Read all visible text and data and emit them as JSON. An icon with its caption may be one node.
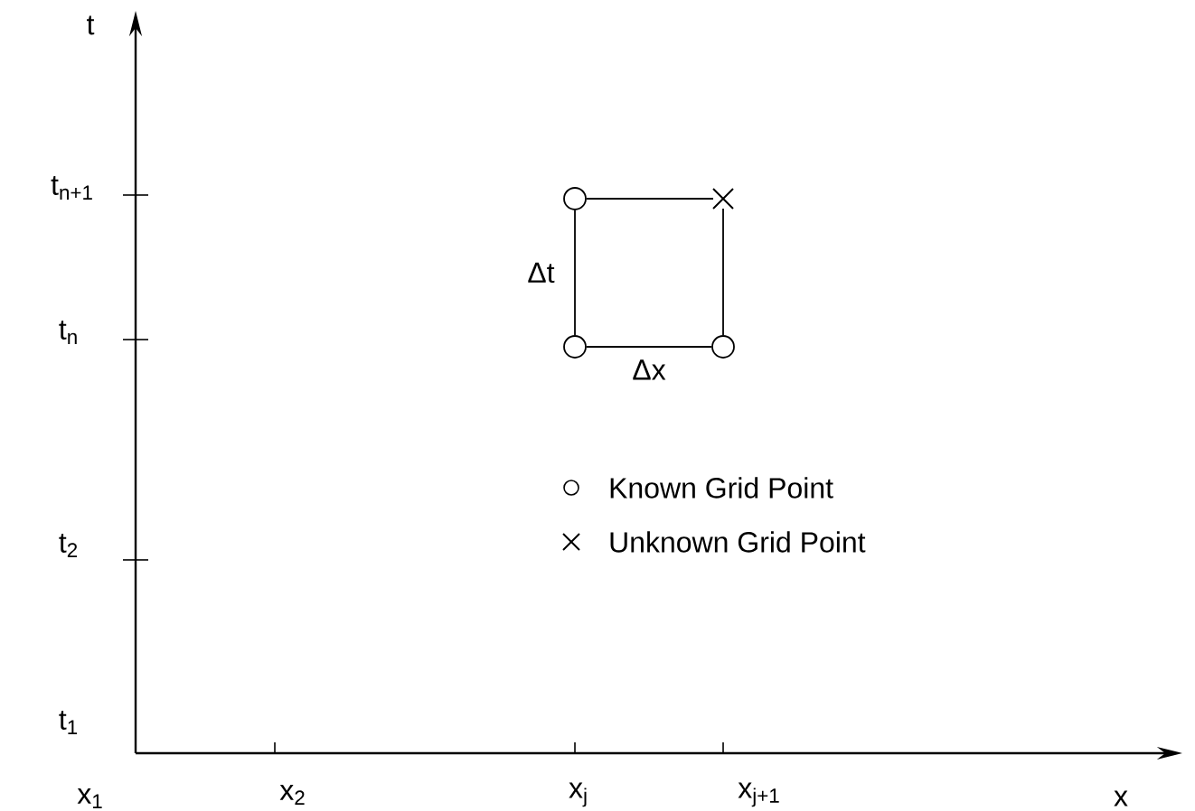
{
  "diagram": {
    "nodes": [
      {
        "text": [],
        "shape": "circle"
      },
      {
        "text": [],
        "shape": "cross"
      },
      {
        "text": [],
        "shape": "circle"
      },
      {
        "text": [],
        "shape": "circle"
      }
    ],
    "edges": [
      {
        "from": 0,
        "to": 1,
        "arrow": "none"
      },
      {
        "from": 0,
        "to": 2,
        "arrow": "none",
        "label": "Δt"
      },
      {
        "from": 2,
        "to": 3,
        "arrow": "none",
        "label": "Δx"
      },
      {
        "from": 3,
        "to": 1,
        "arrow": "none"
      }
    ],
    "labels": [
      "t",
      "t$_{n+1}$",
      "t$_{n}$",
      "t$_{2}$",
      "t$_{1}$",
      "x$_{1}$",
      "x$_{2}$",
      "x$_{j}$",
      "x$_{j+1}$",
      "x"
    ],
    "legend": [
      {
        "text": "Known Grid Point"
      },
      {
        "text": "Unknown Grid Point"
      }
    ]
  }
}
